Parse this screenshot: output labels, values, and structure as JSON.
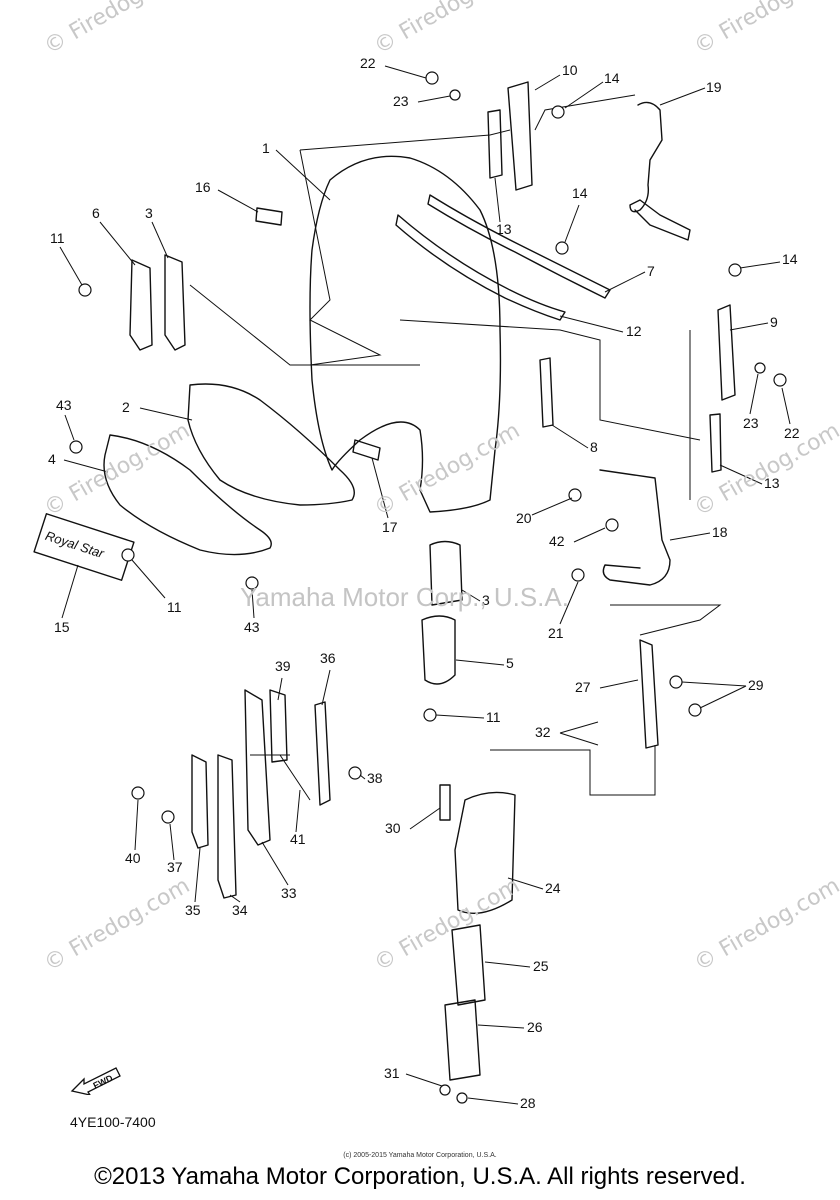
{
  "watermarks": {
    "firedog": "© Firedog.com",
    "center": "Yamaha Motor Corp., U.S.A."
  },
  "emblem_text": "Royal Star",
  "fwd_label": "FWD",
  "part_code": "4YE100-7400",
  "small_copyright": "(c) 2005-2015 Yamaha Motor Corporation, U.S.A.",
  "copyright": "©2013 Yamaha Motor Corporation, U.S.A. All rights reserved.",
  "callouts": [
    "22",
    "10",
    "14",
    "19",
    "23",
    "1",
    "16",
    "6",
    "3",
    "11",
    "14",
    "13",
    "7",
    "14",
    "9",
    "12",
    "43",
    "2",
    "4",
    "23",
    "22",
    "8",
    "13",
    "17",
    "20",
    "18",
    "42",
    "15",
    "11",
    "43",
    "3",
    "21",
    "5",
    "39",
    "36",
    "27",
    "29",
    "11",
    "32",
    "38",
    "40",
    "37",
    "41",
    "30",
    "24",
    "35",
    "34",
    "33",
    "25",
    "26",
    "31",
    "28"
  ]
}
